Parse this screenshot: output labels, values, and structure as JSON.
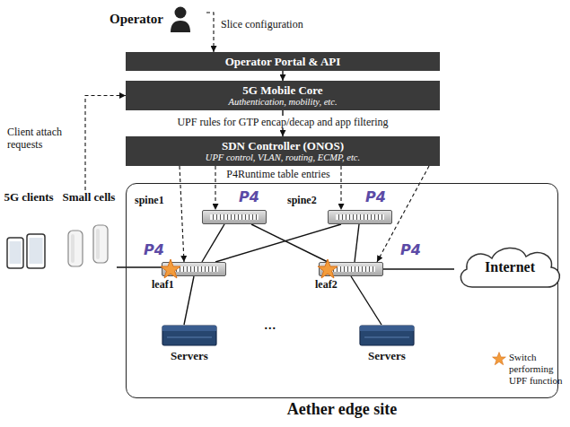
{
  "diagram": {
    "nodes": [
      {
        "text": [
          "Operator"
        ]
      },
      {
        "text": [
          "Operator Portal & API"
        ]
      },
      {
        "text": [
          "5G Mobile Core",
          "Authentication, mobility, etc."
        ]
      },
      {
        "text": [
          "SDN Controller (ONOS)",
          "UPF control, VLAN, routing, ECMP, etc."
        ]
      },
      {
        "text": [
          "5G clients"
        ]
      },
      {
        "text": [
          "Small cells"
        ]
      },
      {
        "text": [
          "Aether edge site"
        ]
      },
      {
        "text": [
          "spine1"
        ],
        "in": 6
      },
      {
        "text": [
          "spine2"
        ],
        "in": 6
      },
      {
        "text": [
          "leaf1"
        ],
        "in": 6
      },
      {
        "text": [
          "leaf2"
        ],
        "in": 6
      },
      {
        "text": [
          "Servers"
        ],
        "in": 6
      },
      {
        "text": [
          "Servers"
        ],
        "in": 6
      },
      {
        "text": [
          "Internet"
        ]
      }
    ],
    "edges": [
      {
        "from": 0,
        "to": 1,
        "label": "Slice configuration",
        "arrow": "to"
      },
      {
        "from": 1,
        "to": 2,
        "arrow": "to"
      },
      {
        "from": 2,
        "to": 3,
        "label": "UPF rules for GTP encap/decap and app filtering",
        "arrow": "to"
      },
      {
        "from": 5,
        "to": 2,
        "label": "Client attach requests",
        "arrow": "to"
      },
      {
        "from": 3,
        "to": 7,
        "arrow": "to"
      },
      {
        "from": 3,
        "to": 8,
        "arrow": "to"
      },
      {
        "from": 3,
        "to": 9,
        "arrow": "to"
      },
      {
        "from": 3,
        "to": 10,
        "arrow": "to"
      },
      {
        "from": 7,
        "to": 9,
        "arrow": "none"
      },
      {
        "from": 7,
        "to": 10,
        "arrow": "none"
      },
      {
        "from": 8,
        "to": 9,
        "arrow": "none"
      },
      {
        "from": 8,
        "to": 10,
        "arrow": "none"
      },
      {
        "from": 5,
        "to": 9,
        "arrow": "none"
      },
      {
        "from": 9,
        "to": 11,
        "arrow": "none"
      },
      {
        "from": 10,
        "to": 12,
        "arrow": "none"
      },
      {
        "from": 10,
        "to": 13,
        "arrow": "none"
      }
    ],
    "labels": [
      "P4Runtime table entries",
      "P4",
      "P4",
      "P4",
      "P4",
      "..."
    ],
    "legend": [
      {
        "text": "Switch performing UPF function"
      }
    ]
  }
}
